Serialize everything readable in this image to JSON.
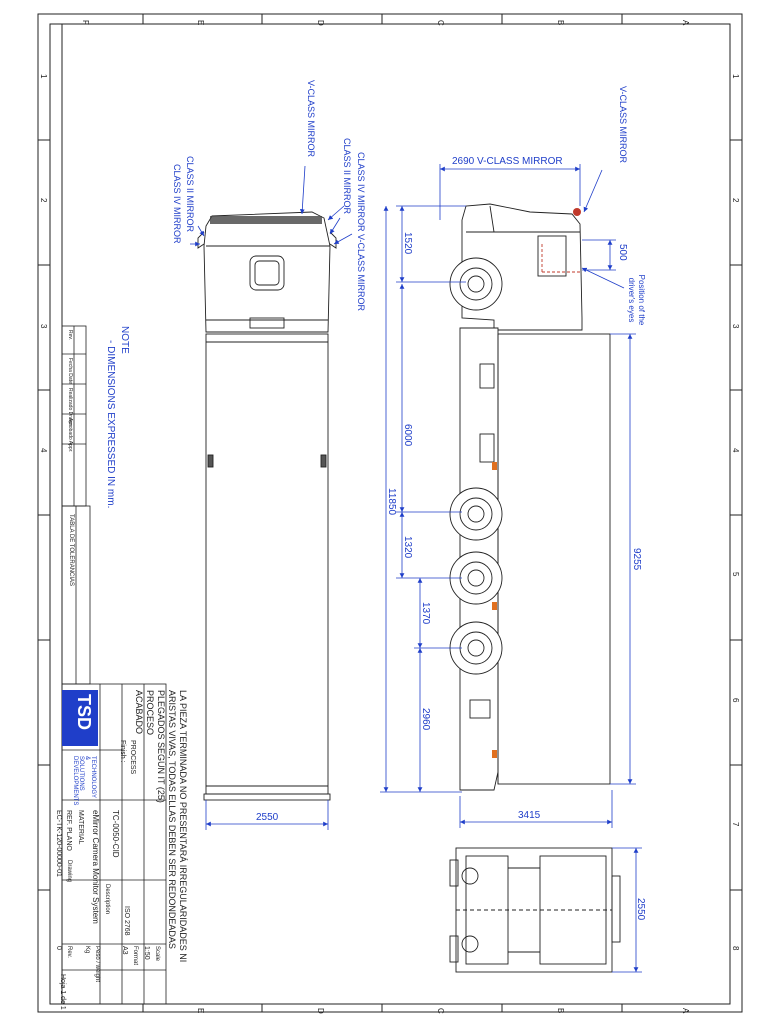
{
  "frame": {
    "zone_letters": [
      "F",
      "E",
      "D",
      "C",
      "B",
      "A"
    ],
    "zone_numbers": [
      "1",
      "2",
      "3",
      "4",
      "5",
      "6",
      "7",
      "8"
    ]
  },
  "callouts": {
    "vclass_left": "V-CLASS MIRROR",
    "class2_left": "CLASS II MIRROR",
    "class4_left": "CLASS IV MIRROR",
    "class2_mid": "CLASS II MIRROR",
    "class4_mid": "CLASS IV MIRROR",
    "vclass_mid": "V-CLASS MIRROR",
    "vclass_right": "V-CLASS MIRROR",
    "driver_eyes": "Position of the driver's eyes"
  },
  "note": {
    "title": "NOTE",
    "body": "- DIMENSIONS EXPRESSED IN mm."
  },
  "dimensions": {
    "vclass_span": "2690 V-CLASS MIRROR",
    "d1520": "1520",
    "d500": "500",
    "d6000": "6000",
    "d11850": "11850",
    "d1320": "1320",
    "d1370": "1370",
    "d9255": "9255",
    "d2960": "2960",
    "d2550_rear": "2550",
    "d3415": "3415",
    "d2550_front": "2550"
  },
  "title_block": {
    "note_lines": [
      "LA PIEZA TERMINADA NO PRESENTARÁ IRREGULARIDADES NI",
      "ARISTAS VIVAS, TODAS ELLAS DEBEN SER REDONDEADAS",
      "PLEGADOS SEGÚN IT (25)",
      "PROCESO",
      "ACABADO"
    ],
    "process_label": "PROCESS",
    "finish_label": "Finish :",
    "tolerance_heading": "TABLA DE TOLERANCIAS",
    "iso_note": "ISO 2768",
    "company_logo": "TSD",
    "company_tagline": "TECHNOLOGY & SOLUTIONS DEVELOPMENTS",
    "drawing_code": "TC-0050-CID",
    "description_label": "Description",
    "description": "eMirror Camera Monitor System",
    "material_label": "MATERIAL",
    "ref_plano_label": "REF. PLANO",
    "drawing_label": "Drawing",
    "drawing_number": "EC-TK-120-00000-01",
    "scale_label": "Scale",
    "scale_value": "1:50",
    "format_label": "Format",
    "format_value": "A3",
    "sheet_label": "Hoja 1 de 1",
    "weight_label": "Peso / weight",
    "weight_unit": "Kg",
    "rev_label": "Rev.",
    "rev_value": "0",
    "revision_headers": [
      "Rev.",
      "Fecha Date",
      "Realizado Drawn",
      "Aprobado Appr."
    ]
  }
}
